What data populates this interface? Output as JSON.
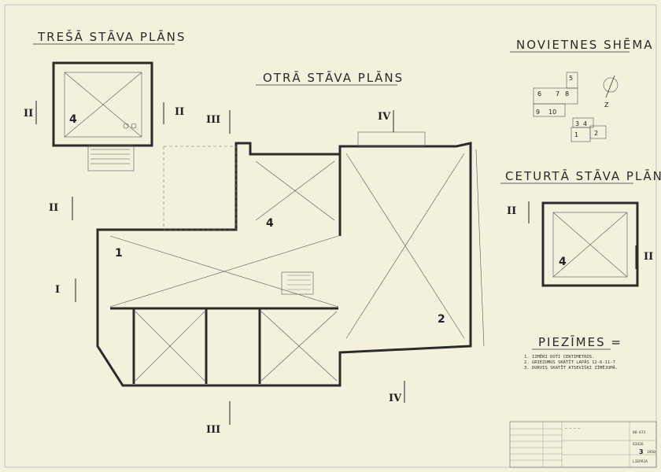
{
  "titles": {
    "third_floor": "TREŠĀ STĀVA PLĀNS",
    "second_floor": "OTRĀ STĀVA PLĀNS",
    "fourth_floor": "CETURTĀ STĀVA PLĀNS",
    "site_scheme": "NOVIETNES SHĒMA"
  },
  "section_marks": [
    "I",
    "II",
    "III",
    "IV"
  ],
  "rooms": {
    "r1": "1",
    "r2": "2",
    "r4a": "4",
    "r4b": "4",
    "r4c": "4"
  },
  "site_scheme": {
    "blocks": [
      "1",
      "2",
      "3",
      "4",
      "5",
      "6",
      "7",
      "8",
      "9",
      "10"
    ],
    "north": "Z"
  },
  "notes": {
    "title": "PIEZĪMES =",
    "items": [
      "1. IZMĒRI DOTI CENTIMETROS.",
      "2. GRIEZUMUS SKATĪT LAPĀS 12-6-11-7",
      "3. DURVIS SKATĪT ATSEVIŠĶI ZĪMĒJUMĀ."
    ]
  },
  "title_block": {
    "project": "LIEPĀJA",
    "sheet_code": "88-673",
    "sheet_no": "3",
    "year": "1950",
    "number": "63426"
  }
}
